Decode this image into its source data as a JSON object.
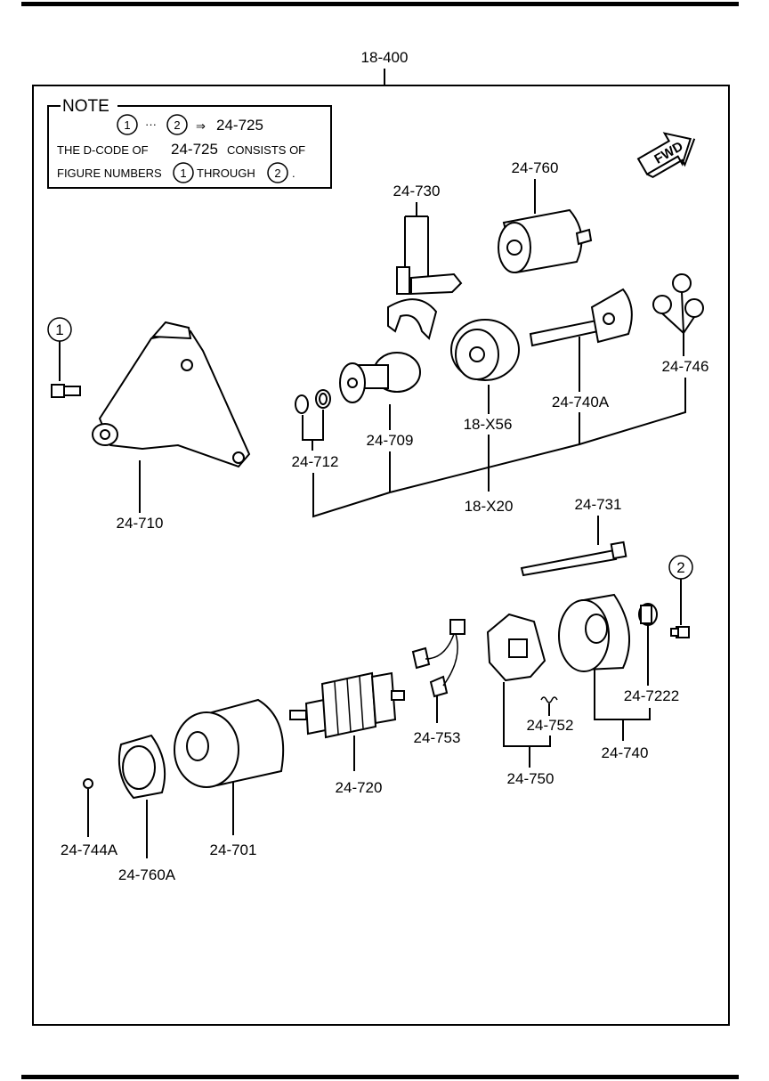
{
  "assembly_code": "18-400",
  "note": {
    "title": "NOTE",
    "range_start": "1",
    "range_end": "2",
    "arrow": "⇒",
    "range_code": "24-725",
    "line2_prefix": "THE D-CODE OF",
    "line2_code": "24-725",
    "line2_suffix": "CONSISTS OF",
    "line3_prefix": "FIGURE NUMBERS",
    "line3_mid": "THROUGH",
    "line3_end": "."
  },
  "fwd_label": "FWD",
  "callouts": {
    "c1": "1",
    "c2": "2"
  },
  "parts": {
    "p24_760": "24-760",
    "p24_730": "24-730",
    "p24_746": "24-746",
    "p24_740A": "24-740A",
    "p18_X56": "18-X56",
    "p24_709": "24-709",
    "p24_712": "24-712",
    "p18_X20": "18-X20",
    "p24_710": "24-710",
    "p24_731": "24-731",
    "p24_753": "24-753",
    "p24_752": "24-752",
    "p24_7222": "24-7222",
    "p24_740": "24-740",
    "p24_750": "24-750",
    "p24_720": "24-720",
    "p24_744A": "24-744A",
    "p24_760A": "24-760A",
    "p24_701": "24-701"
  }
}
